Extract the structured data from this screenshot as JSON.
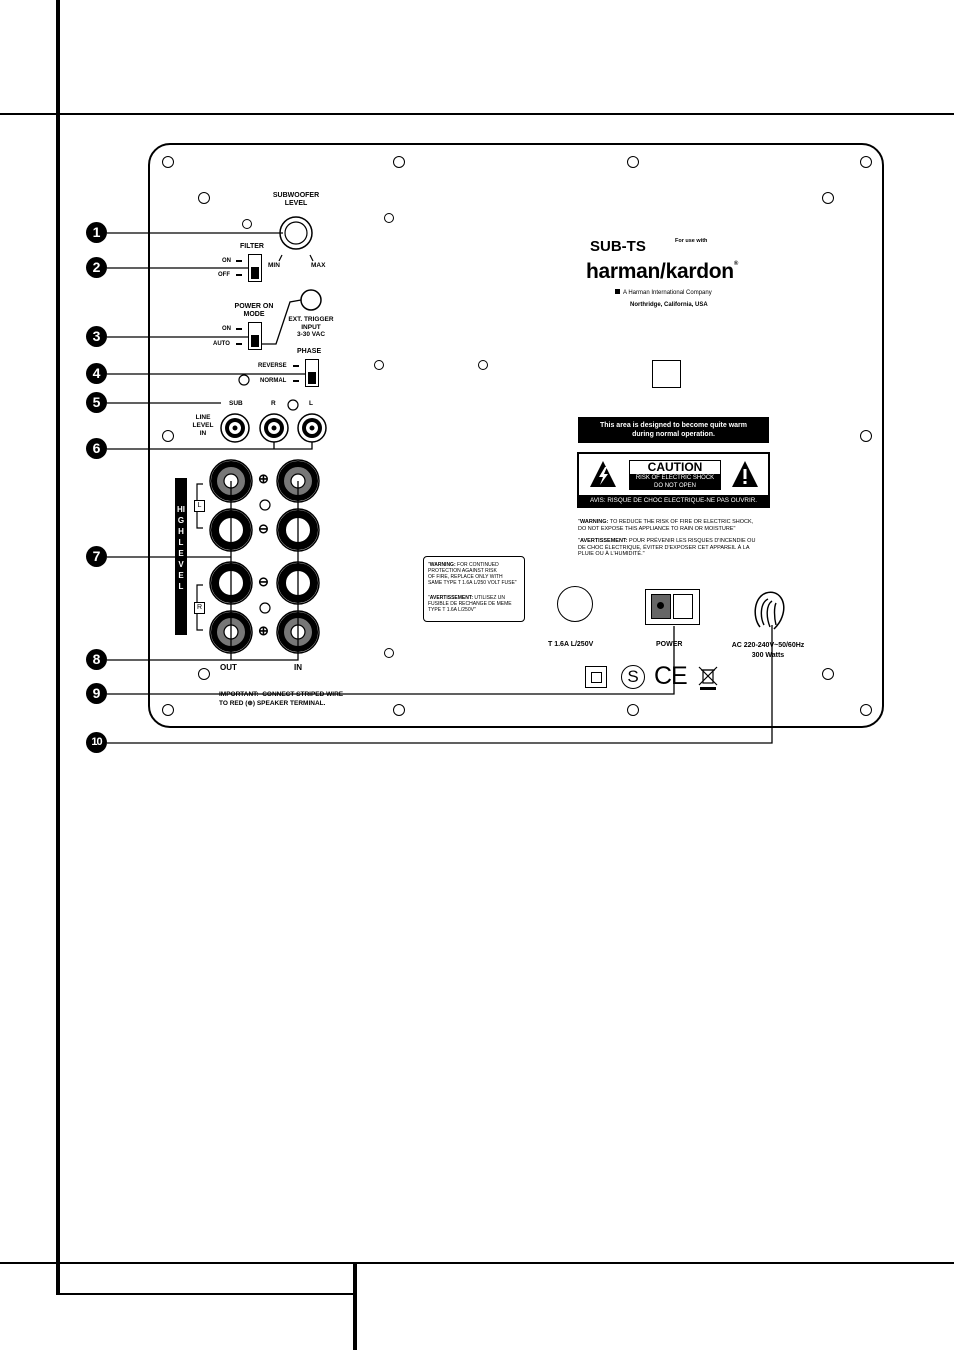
{
  "labels": {
    "subwoofer_level": "SUBWOOFER\nLEVEL",
    "min": "MIN",
    "max": "MAX",
    "filter": "FILTER",
    "filter_on": "ON",
    "filter_off": "OFF",
    "power_on_mode": "POWER ON\nMODE",
    "mode_on": "ON",
    "mode_auto": "AUTO",
    "ext_trigger": "EXT. TRIGGER\nINPUT\n3-30 VAC",
    "phase": "PHASE",
    "reverse": "REVERSE",
    "normal": "NORMAL",
    "line_level_in": "LINE\nLEVEL\nIN",
    "sub": "SUB",
    "r": "R",
    "l": "L",
    "high_level": "HIGH LEVEL",
    "tag_l": "L",
    "tag_r": "R",
    "plus": "⊕",
    "minus": "⊖",
    "out": "OUT",
    "in": "IN",
    "important": "IMPORTANT:  CONNECT STRIPED WIRE\nTO RED (⊕) SPEAKER TERMINAL.",
    "fuse": "T 1.6A L/250V",
    "power": "POWER",
    "ac": "AC 220-240V~50/60Hz\n300 Watts"
  },
  "brand": {
    "model": "SUB-TS",
    "for_use": "For use with",
    "name": "harman/kardon",
    "reg": "®",
    "tagline": "A Harman International Company",
    "location": "Northridge, California, USA"
  },
  "notices": {
    "quiet": "This area is designed to become quite warm\nduring normal operation.",
    "caution": "CAUTION",
    "caution_sub": "RISK OF ELECTRIC SHOCK\nDO NOT OPEN",
    "avis": "AVIS: RISQUE DE CHOC ELECTRIQUE-NE PAS OUVRIR.",
    "warning_label": "WARNING:",
    "warning": " TO REDUCE THE RISK OF FIRE OR ELECTRIC SHOCK,\nDO NOT EXPOSE THIS APPLIANCE TO RAIN OR MOISTURE\"",
    "avert_label": "AVERTISSEMENT:",
    "avert": " POUR PRÉVENIR LES RISQUES D'INCENDIE OU\nDE CHOC ÉLECTRIQUE, ÉVITER D'EXPOSER CET APPAREIL À LA\nPLUIE OU À L'HUMIDITÉ.\"",
    "fuse_warning_label": "WARNING:",
    "fuse_warning": " FOR CONTINUED\nPROTECTION AGAINST RISK\nOF FIRE, REPLACE ONLY WITH\nSAME TYPE T 1.6A L/250 VOLT FUSE\"",
    "fuse_avert_label": "AVERTISSEMENT:",
    "fuse_avert": " UTILISEZ UN\nFUSIBLE DE RECHANGE DE MEME\nTYPE T 1.6A L/250V\""
  },
  "callouts": [
    "1",
    "2",
    "3",
    "4",
    "5",
    "6",
    "7",
    "8",
    "9",
    "10"
  ],
  "icons": [
    "warning-triangle-icon",
    "lightning-triangle-icon",
    "double-insulation-icon",
    "s-mark-icon",
    "ce-mark-icon",
    "weee-bin-icon"
  ]
}
